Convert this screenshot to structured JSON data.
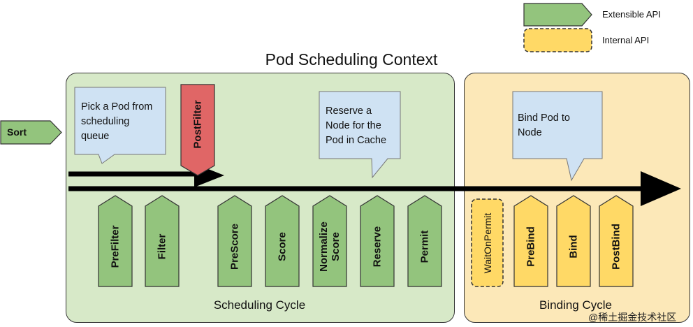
{
  "legend": {
    "extensible": "Extensible API",
    "internal": "Internal API"
  },
  "title": "Pod Scheduling Context",
  "sort": "Sort",
  "callouts": {
    "pick": [
      "Pick a Pod from",
      "scheduling",
      "queue"
    ],
    "reserve": [
      "Reserve a",
      "Node for the",
      "Pod in Cache"
    ],
    "bind": [
      "Bind Pod to",
      "Node"
    ]
  },
  "postfilter": "PostFilter",
  "scheduling_stages": [
    "PreFilter",
    "Filter",
    "PreScore",
    "Score",
    [
      "Normalize",
      "Score"
    ],
    "Reserve",
    "Permit"
  ],
  "binding_stages": {
    "wait": "WaitOnPermit",
    "items": [
      "PreBind",
      "Bind",
      "PostBind"
    ]
  },
  "cycles": {
    "scheduling": "Scheduling Cycle",
    "binding": "Binding Cycle"
  },
  "watermark": "@稀土掘金技术社区",
  "colors": {
    "extensible_fill": "#93c47d",
    "internal_fill": "#ffd966",
    "postfilter_fill": "#e06666",
    "callout_fill": "#cfe2f3",
    "scheduling_bg": "#d7e9c8",
    "binding_bg": "#fce8b8"
  }
}
